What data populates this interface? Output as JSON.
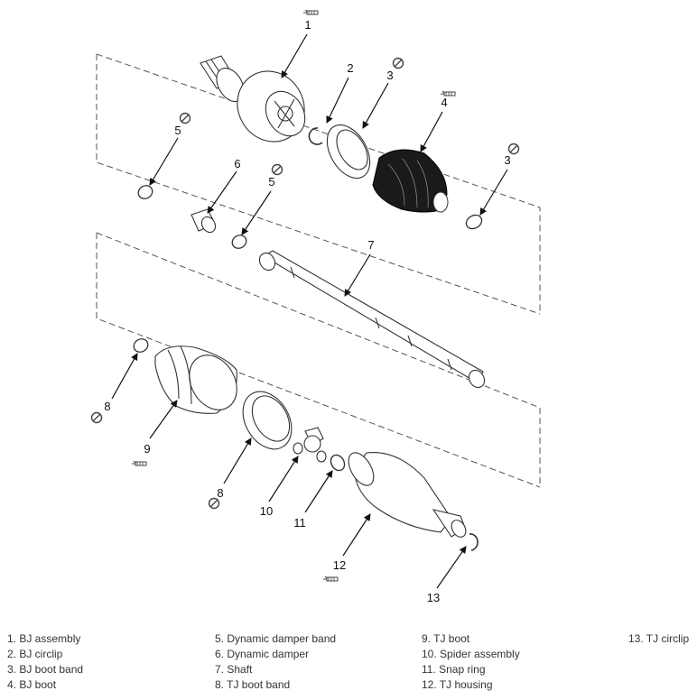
{
  "callouts": {
    "c1": "1",
    "c2": "2",
    "c3a": "3",
    "c3b": "3",
    "c4": "4",
    "c5a": "5",
    "c5b": "5",
    "c6": "6",
    "c7": "7",
    "c8a": "8",
    "c8b": "8",
    "c9": "9",
    "c10": "10",
    "c11": "11",
    "c12": "12",
    "c13": "13"
  },
  "legend": {
    "col1": [
      "1. BJ assembly",
      "2. BJ circlip",
      "3. BJ boot band",
      "4. BJ boot"
    ],
    "col2": [
      "5. Dynamic damper band",
      "6. Dynamic damper",
      "7. Shaft",
      "8. TJ boot band"
    ],
    "col3": [
      "9. TJ boot",
      "10. Spider assembly",
      "11. Snap ring",
      "12. TJ housing"
    ],
    "col4": [
      "13. TJ circlip"
    ]
  },
  "icons": {
    "grease": "grease-tube-icon",
    "non_reusable": "do-not-reuse-icon"
  }
}
